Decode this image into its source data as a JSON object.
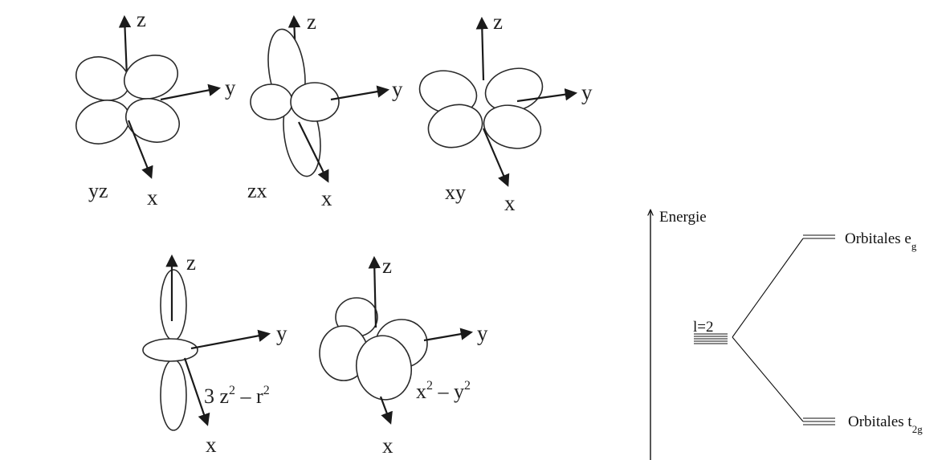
{
  "panel_yz": {
    "z": "z",
    "y": "y",
    "x": "x",
    "name": "yz"
  },
  "panel_zx": {
    "z": "z",
    "y": "y",
    "x": "x",
    "name": "zx"
  },
  "panel_xy": {
    "z": "z",
    "y": "y",
    "x": "x",
    "name": "xy"
  },
  "panel_z2": {
    "z": "z",
    "y": "y",
    "x": "x",
    "name_main": "3 z",
    "name_sup": "2",
    "name_rest": " – r",
    "name_sup2": "2"
  },
  "panel_x2y2": {
    "z": "z",
    "y": "y",
    "x": "x",
    "name_main": "x",
    "name_sup": "2",
    "name_rest": " – y",
    "name_sup2": "2"
  },
  "energy": {
    "axis_label": "Energie",
    "level_label": "l=2",
    "eg_label": "Orbitales e",
    "eg_sub": "g",
    "t2g_label": "Orbitales t",
    "t2g_sub": "2g"
  }
}
